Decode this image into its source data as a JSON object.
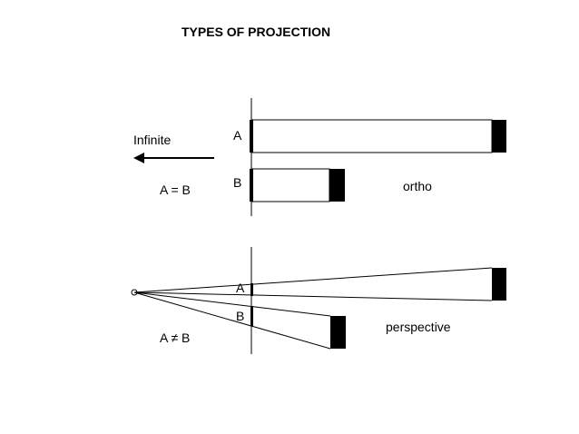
{
  "title": "TYPES OF PROJECTION",
  "ortho": {
    "direction_label": "Infinite",
    "label_a": "A",
    "label_b": "B",
    "equation": "A = B",
    "caption": "ortho"
  },
  "perspective": {
    "label_a": "A",
    "label_b": "B",
    "equation": "A ≠ B",
    "caption": "perspective"
  },
  "colors": {
    "ink": "#000000",
    "background": "#ffffff"
  }
}
